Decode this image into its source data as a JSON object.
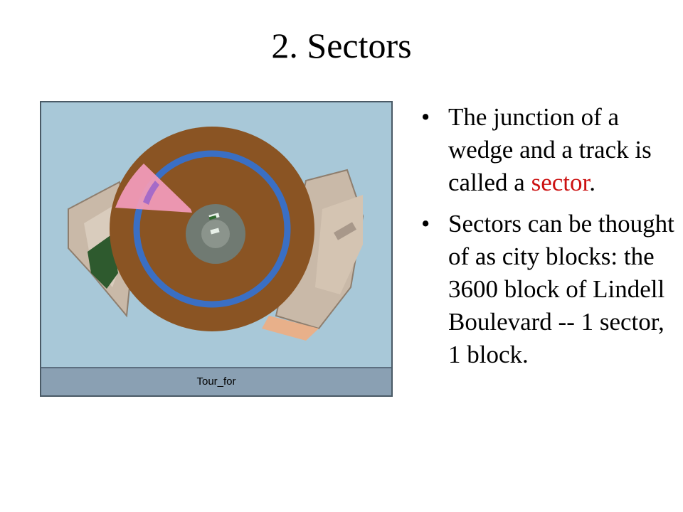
{
  "slide": {
    "title": "2. Sectors"
  },
  "figure": {
    "caption": "Tour_for",
    "colors": {
      "background": "#a8c8d8",
      "platter": "#8a5423",
      "track": "#3a6fc4",
      "sector": "#f09ab8",
      "hub": "#707a72",
      "caption_bar": "#8aa0b3"
    }
  },
  "bullets": [
    {
      "before": "The junction of a wedge and a track is called a ",
      "highlight": "sector",
      "after": ".",
      "highlight_color": "#cc1111"
    },
    {
      "text": "Sectors can be thought of as city blocks: the 3600 block of Lindell Boulevard -- 1 sector, 1 block."
    }
  ],
  "bullet_symbol": "•"
}
